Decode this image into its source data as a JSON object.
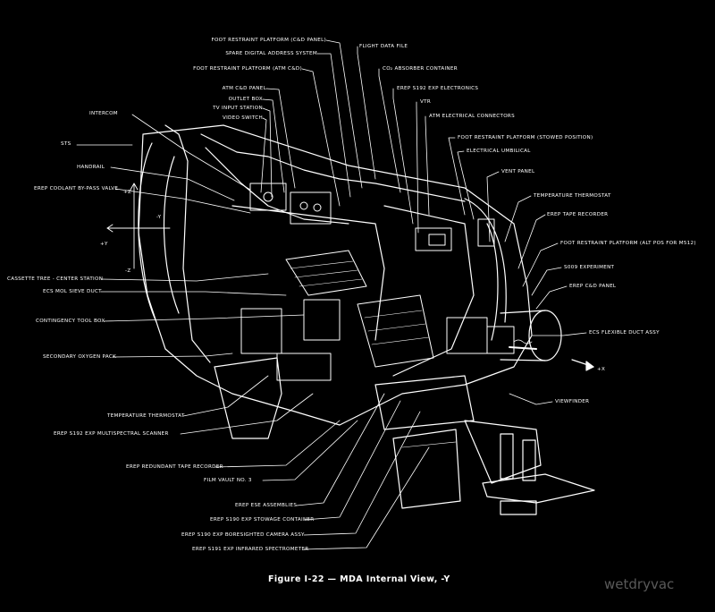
{
  "diagram": {
    "caption": "Figure I-22 — MDA Internal View, -Y",
    "watermark": "wetdryvac",
    "direction_arrow_label": "+X",
    "axis_labels": {
      "z_pos": "+Z",
      "y_neg": "-Y",
      "y_pos": "+Y",
      "z_neg": "-Z"
    },
    "labels_top": [
      "FOOT RESTRAINT PLATFORM (C&D PANEL)",
      "SPARE DIGITAL ADDRESS SYSTEM",
      "FOOT RESTRAINT PLATFORM (ATM C&D)",
      "ATM C&D PANEL",
      "OUTLET BOX",
      "TV INPUT STATION",
      "VIDEO SWITCH",
      "FLIGHT DATA FILE",
      "CO₂ ABSORBER CONTAINER",
      "EREP S192 EXP ELECTRONICS",
      "VTR",
      "ATM ELECTRICAL CONNECTORS"
    ],
    "labels_left": [
      "INTERCOM",
      "STS",
      "HANDRAIL",
      "EREP COOLANT BY-PASS VALVE",
      "CASSETTE TREE - CENTER STATION",
      "ECS MOL SIEVE DUCT",
      "CONTINGENCY TOOL BOX",
      "SECONDARY OXYGEN PACK"
    ],
    "labels_right": [
      "FOOT RESTRAINT PLATFORM (STOWED POSITION)",
      "ELECTRICAL UMBILICAL",
      "VENT PANEL",
      "TEMPERATURE THERMOSTAT",
      "EREP TAPE RECORDER",
      "FOOT RESTRAINT PLATFORM (ALT POS FOR M512)",
      "S009 EXPERIMENT",
      "EREP C&D PANEL",
      "ECS FLEXIBLE DUCT ASSY",
      "VIEWFINDER"
    ],
    "labels_bottom": [
      "TEMPERATURE THERMOSTAT",
      "EREP S192 EXP MULTISPECTRAL SCANNER",
      "EREP REDUNDANT TAPE RECORDER",
      "FILM VAULT NO. 3",
      "EREP ESE ASSEMBLIES",
      "EREP S190 EXP STOWAGE CONTAINER",
      "EREP S190 EXP BORESIGHTED CAMERA ASSY",
      "EREP S191 EXP INFRARED SPECTROMETER"
    ]
  }
}
